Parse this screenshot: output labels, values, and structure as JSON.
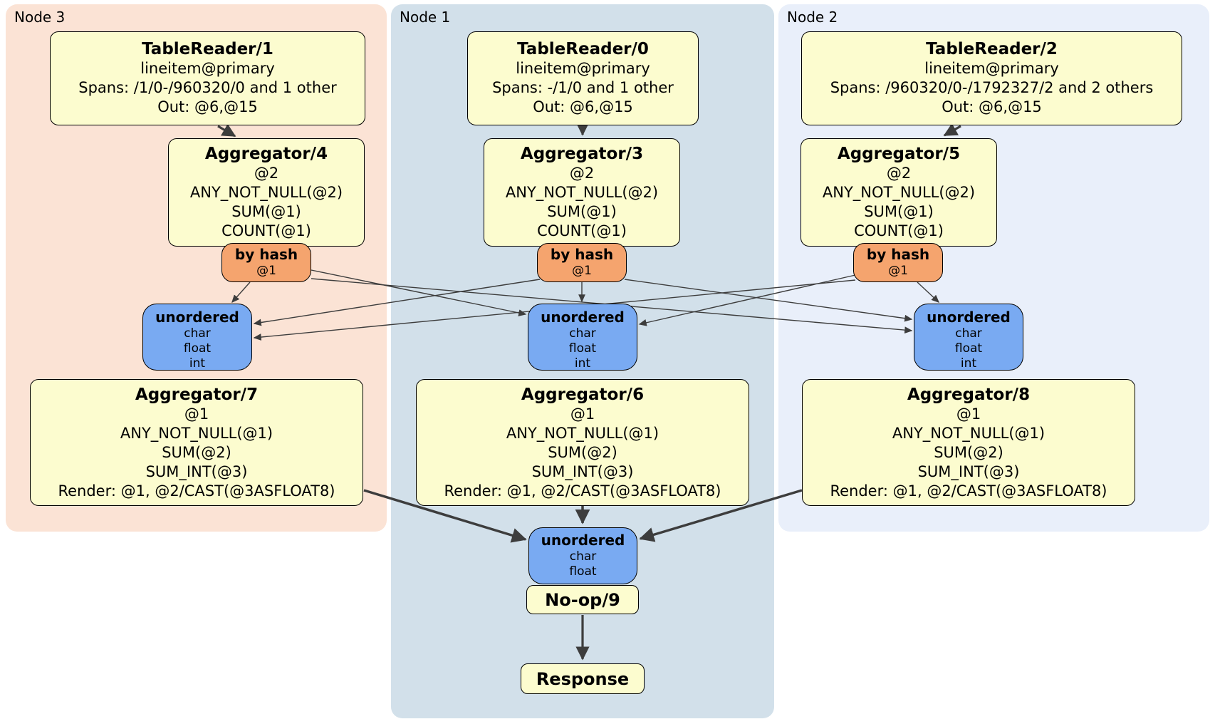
{
  "regions": {
    "node3": {
      "label": "Node 3"
    },
    "node1": {
      "label": "Node 1"
    },
    "node2": {
      "label": "Node 2"
    }
  },
  "boxes": {
    "tablereader1": {
      "title": "TableReader/1",
      "lines": [
        "lineitem@primary",
        "Spans: /1/0-/960320/0 and 1 other",
        "Out: @6,@15"
      ]
    },
    "tablereader0": {
      "title": "TableReader/0",
      "lines": [
        "lineitem@primary",
        "Spans: -/1/0 and 1 other",
        "Out: @6,@15"
      ]
    },
    "tablereader2": {
      "title": "TableReader/2",
      "lines": [
        "lineitem@primary",
        "Spans: /960320/0-/1792327/2 and 2 others",
        "Out: @6,@15"
      ]
    },
    "aggregator4": {
      "title": "Aggregator/4",
      "lines": [
        "@2",
        "ANY_NOT_NULL(@2)",
        "SUM(@1)",
        "COUNT(@1)"
      ]
    },
    "aggregator3": {
      "title": "Aggregator/3",
      "lines": [
        "@2",
        "ANY_NOT_NULL(@2)",
        "SUM(@1)",
        "COUNT(@1)"
      ]
    },
    "aggregator5": {
      "title": "Aggregator/5",
      "lines": [
        "@2",
        "ANY_NOT_NULL(@2)",
        "SUM(@1)",
        "COUNT(@1)"
      ]
    },
    "byhash4": {
      "title": "by hash",
      "sub": "@1"
    },
    "byhash3": {
      "title": "by hash",
      "sub": "@1"
    },
    "byhash5": {
      "title": "by hash",
      "sub": "@1"
    },
    "unordered3": {
      "title": "unordered",
      "items": [
        "char",
        "float",
        "int"
      ]
    },
    "unordered1": {
      "title": "unordered",
      "items": [
        "char",
        "float",
        "int"
      ]
    },
    "unordered2": {
      "title": "unordered",
      "items": [
        "char",
        "float",
        "int"
      ]
    },
    "aggregator7": {
      "title": "Aggregator/7",
      "lines": [
        "@1",
        "ANY_NOT_NULL(@1)",
        "SUM(@2)",
        "SUM_INT(@3)",
        "Render: @1, @2/CAST(@3ASFLOAT8)"
      ]
    },
    "aggregator6": {
      "title": "Aggregator/6",
      "lines": [
        "@1",
        "ANY_NOT_NULL(@1)",
        "SUM(@2)",
        "SUM_INT(@3)",
        "Render: @1, @2/CAST(@3ASFLOAT8)"
      ]
    },
    "aggregator8": {
      "title": "Aggregator/8",
      "lines": [
        "@1",
        "ANY_NOT_NULL(@1)",
        "SUM(@2)",
        "SUM_INT(@3)",
        "Render: @1, @2/CAST(@3ASFLOAT8)"
      ]
    },
    "unorderedFinal": {
      "title": "unordered",
      "items": [
        "char",
        "float"
      ]
    },
    "noop": {
      "title": "No-op/9"
    },
    "response": {
      "title": "Response"
    }
  },
  "colors": {
    "box_yellow": "#fcfccf",
    "router_orange": "#f5a46e",
    "sync_blue": "#79aaf2",
    "node3_bg": "#fbe3d5",
    "node1_bg": "#d2e0ea",
    "node2_bg": "#e9effa",
    "edge": "#3d3d3d"
  }
}
